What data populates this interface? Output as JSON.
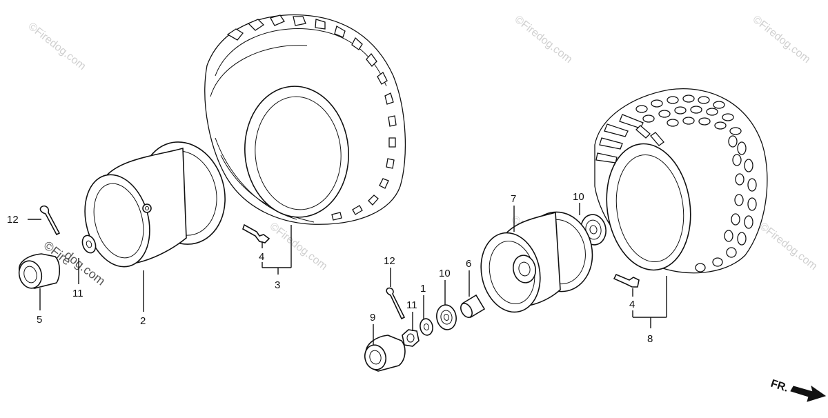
{
  "diagram": {
    "part_labels": [
      {
        "id": "label-12-left",
        "text": "12"
      },
      {
        "id": "label-11-left",
        "text": "11"
      },
      {
        "id": "label-5",
        "text": "5"
      },
      {
        "id": "label-2",
        "text": "2"
      },
      {
        "id": "label-4-left",
        "text": "4"
      },
      {
        "id": "label-3",
        "text": "3"
      },
      {
        "id": "label-7",
        "text": "7"
      },
      {
        "id": "label-10-right",
        "text": "10"
      },
      {
        "id": "label-12-mid",
        "text": "12"
      },
      {
        "id": "label-1",
        "text": "1"
      },
      {
        "id": "label-10-mid",
        "text": "10"
      },
      {
        "id": "label-6",
        "text": "6"
      },
      {
        "id": "label-9",
        "text": "9"
      },
      {
        "id": "label-11-mid",
        "text": "11"
      },
      {
        "id": "label-4-right",
        "text": "4"
      },
      {
        "id": "label-8",
        "text": "8"
      }
    ],
    "direction_label": "FR.",
    "watermark_text": "©Firedog.com",
    "watermark_line1": "©Fire",
    "watermark_line2": "dog.com",
    "colors": {
      "ink": "#111111",
      "watermark": "#d0d0d0",
      "paper": "#ffffff"
    }
  }
}
